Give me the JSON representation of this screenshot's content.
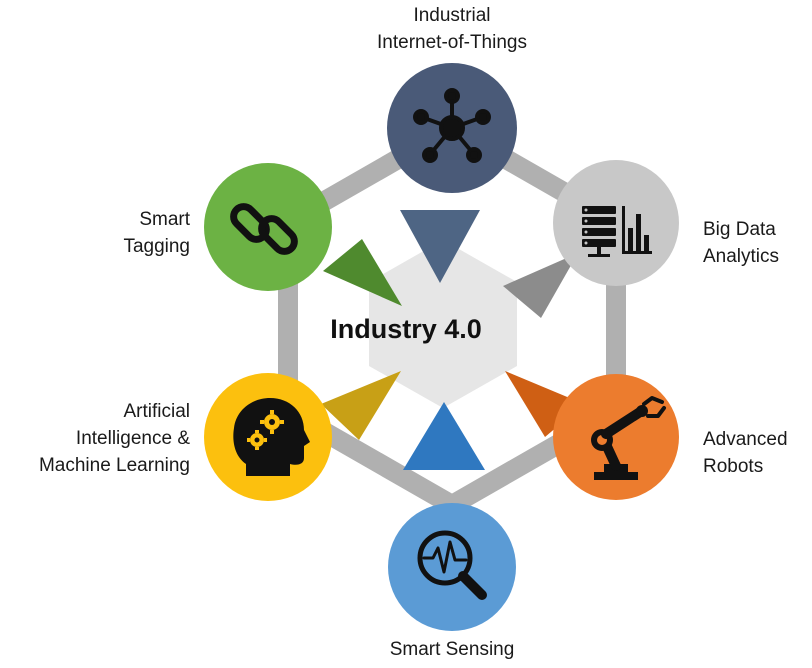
{
  "center": {
    "title": "Industry 4.0"
  },
  "nodes": {
    "iiot": {
      "lines": [
        "Industrial",
        "Internet-of-Things"
      ],
      "color": "#4a5a78",
      "icon": "network-hub-icon"
    },
    "bigdata": {
      "lines": [
        "Big Data",
        "Analytics"
      ],
      "color": "#c8c8c8",
      "icon": "server-bar-chart-icon"
    },
    "robots": {
      "lines": [
        "Advanced",
        "Robots"
      ],
      "color": "#ec7c2e",
      "icon": "robot-arm-icon"
    },
    "sensing": {
      "lines": [
        "Smart Sensing"
      ],
      "color": "#5b9bd5",
      "icon": "magnifier-signal-icon"
    },
    "ai": {
      "lines": [
        "Artificial",
        "Intelligence &",
        "Machine Learning"
      ],
      "color": "#fcc00e",
      "icon": "head-gears-icon"
    },
    "tagging": {
      "lines": [
        "Smart",
        "Tagging"
      ],
      "color": "#6cb244",
      "icon": "chain-link-icon"
    }
  },
  "colors": {
    "ring": "#b0b0b0",
    "hexagon": "#e6e6e6",
    "arrow_iiot": "#4e6584",
    "arrow_bigdata": "#8c8c8c",
    "arrow_robots": "#cf5f14",
    "arrow_sensing": "#2f78c0",
    "arrow_ai": "#c8a016",
    "arrow_tagging": "#4f8a2e"
  }
}
